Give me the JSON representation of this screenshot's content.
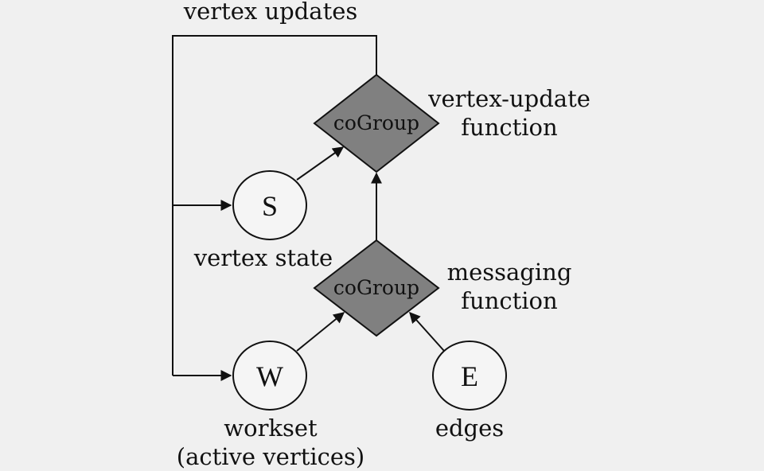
{
  "loop_label": "vertex updates",
  "nodes": {
    "vertex_state": {
      "letter": "S",
      "caption": "vertex state"
    },
    "workset": {
      "letter": "W",
      "caption_line1": "workset",
      "caption_line2": "(active vertices)"
    },
    "edges": {
      "letter": "E",
      "caption": "edges"
    }
  },
  "operators": {
    "update": {
      "label": "coGroup",
      "caption_line1": "vertex-update",
      "caption_line2": "function"
    },
    "messaging": {
      "label": "coGroup",
      "caption_line1": "messaging",
      "caption_line2": "function"
    }
  },
  "colors": {
    "background": "#f0f0f0",
    "operator_fill": "#808080",
    "node_fill": "#f5f5f5",
    "stroke": "#111111"
  }
}
